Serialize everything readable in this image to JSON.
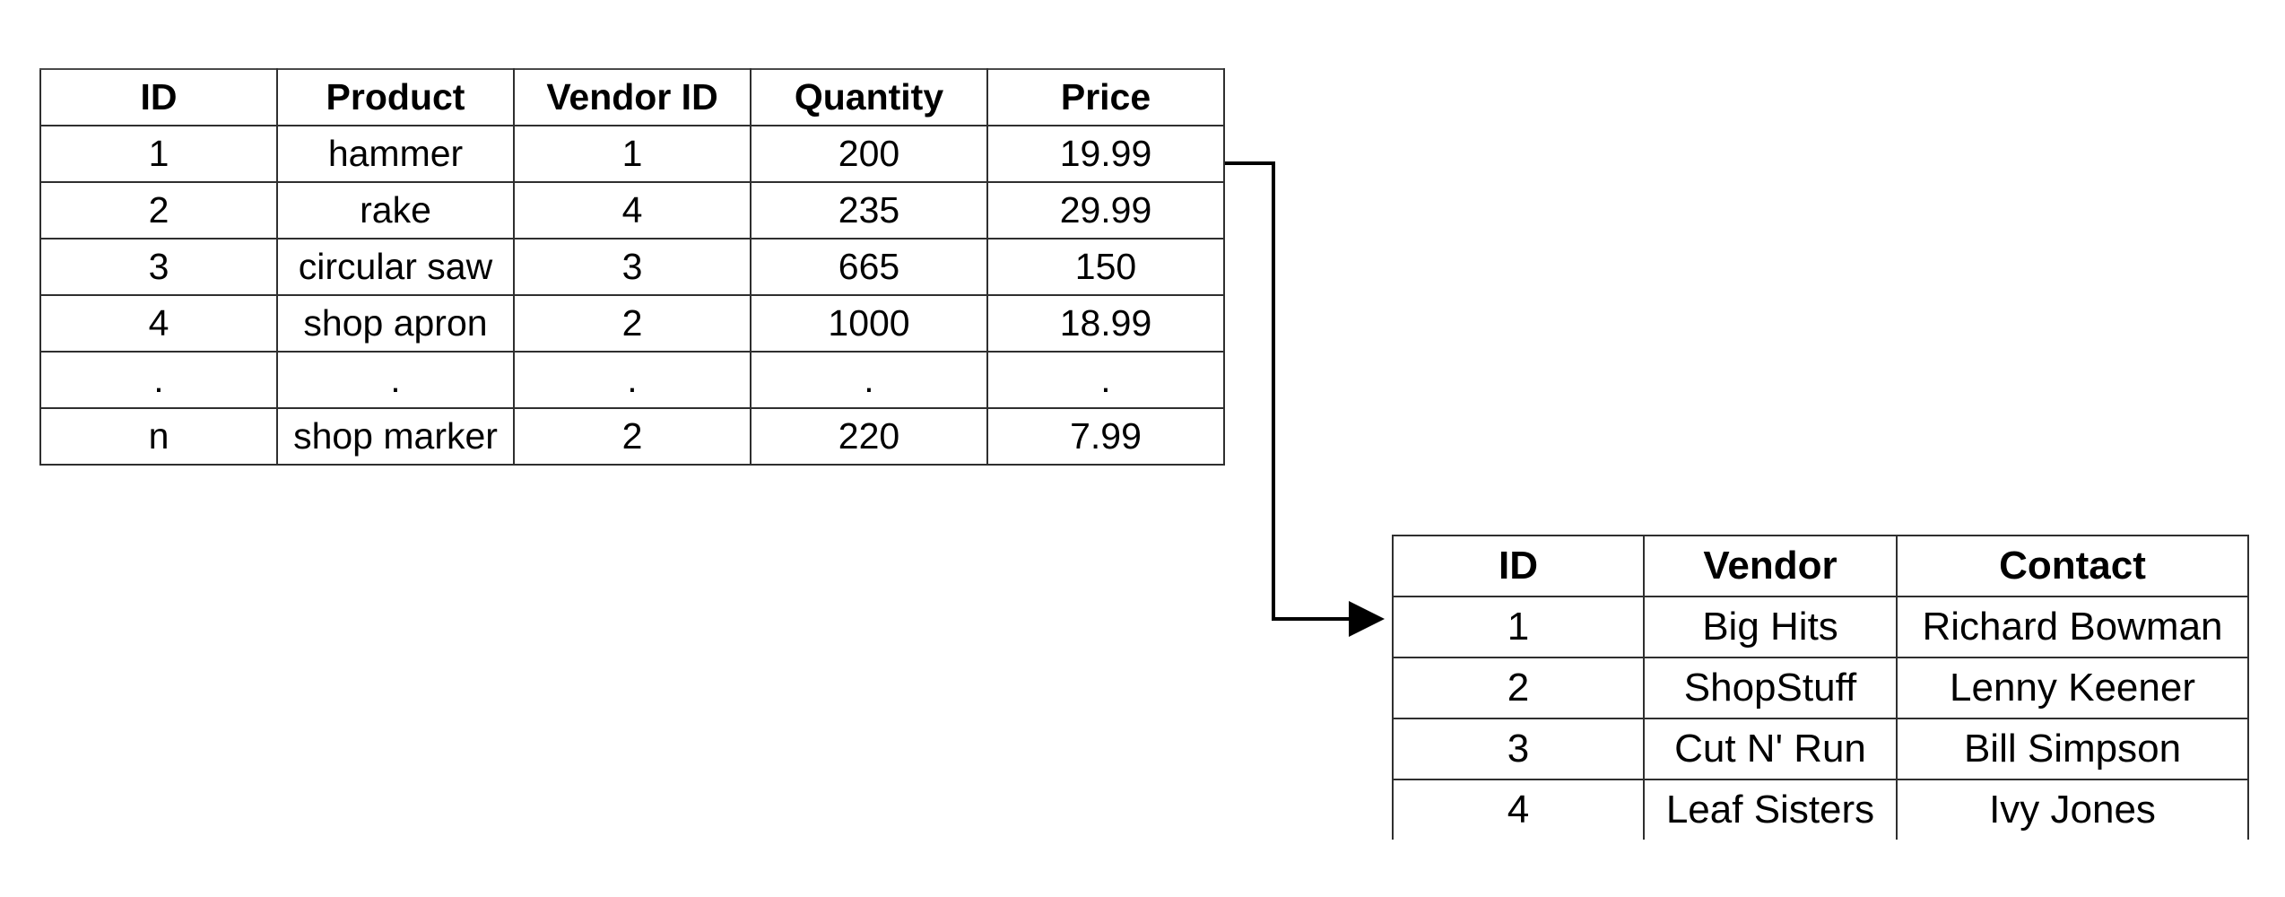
{
  "products_table": {
    "headers": [
      "ID",
      "Product",
      "Vendor ID",
      "Quantity",
      "Price"
    ],
    "rows": [
      [
        "1",
        "hammer",
        "1",
        "200",
        "19.99"
      ],
      [
        "2",
        "rake",
        "4",
        "235",
        "29.99"
      ],
      [
        "3",
        "circular saw",
        "3",
        "665",
        "150"
      ],
      [
        "4",
        "shop apron",
        "2",
        "1000",
        "18.99"
      ],
      [
        ".",
        ".",
        ".",
        ".",
        "."
      ],
      [
        "n",
        "shop marker",
        "2",
        "220",
        "7.99"
      ]
    ]
  },
  "vendors_table": {
    "headers": [
      "ID",
      "Vendor",
      "Contact"
    ],
    "rows": [
      [
        "1",
        "Big Hits",
        "Richard  Bowman"
      ],
      [
        "2",
        "ShopStuff",
        "Lenny Keener"
      ],
      [
        "3",
        "Cut N' Run",
        "Bill Simpson"
      ],
      [
        "4",
        "Leaf Sisters",
        "Ivy Jones"
      ]
    ]
  },
  "connector": {
    "line_color": "#000000"
  }
}
